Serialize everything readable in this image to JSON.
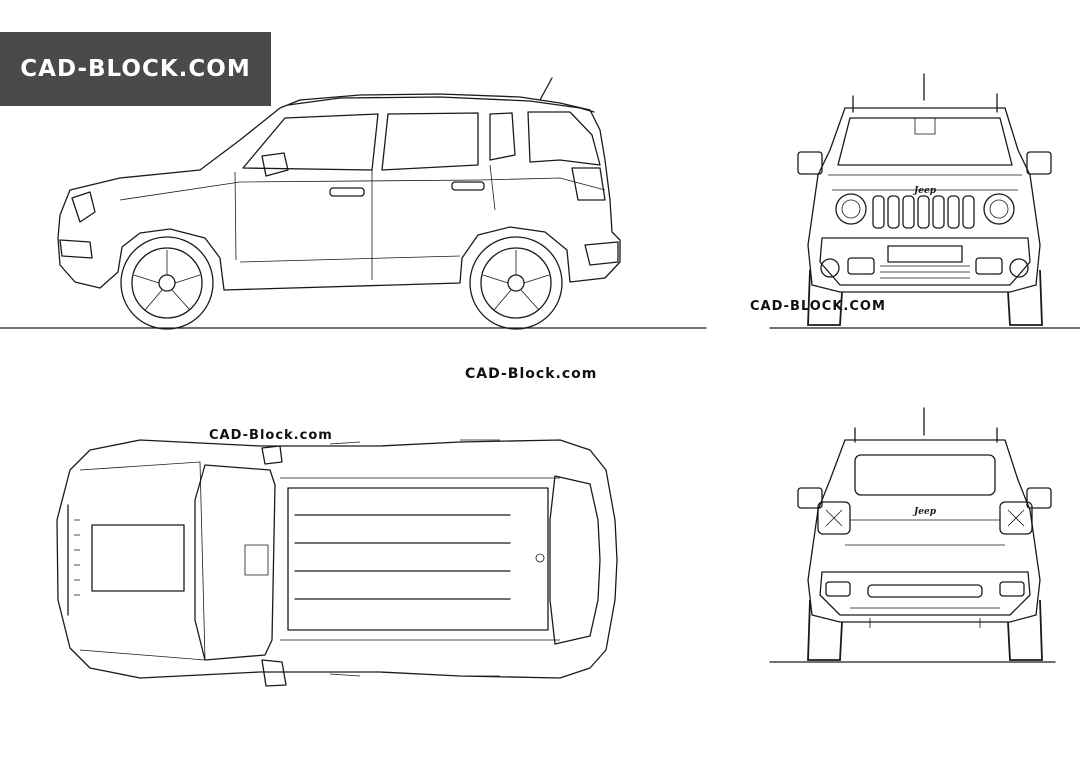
{
  "logo": {
    "text": "CAD-BLOCK.COM",
    "bg_color": "#4a4a4a",
    "text_color": "#ffffff"
  },
  "watermarks": {
    "front_view": "CAD-BLOCK.COM",
    "center": "CAD-Block.com",
    "top_view": "CAD-Block.com"
  },
  "badges": {
    "front_brand": "Jeep",
    "rear_brand": "Jeep"
  },
  "drawing": {
    "line_color": "#1a1a1a",
    "background": "#ffffff",
    "views": [
      "side-view",
      "front-view",
      "top-view",
      "rear-view"
    ]
  }
}
